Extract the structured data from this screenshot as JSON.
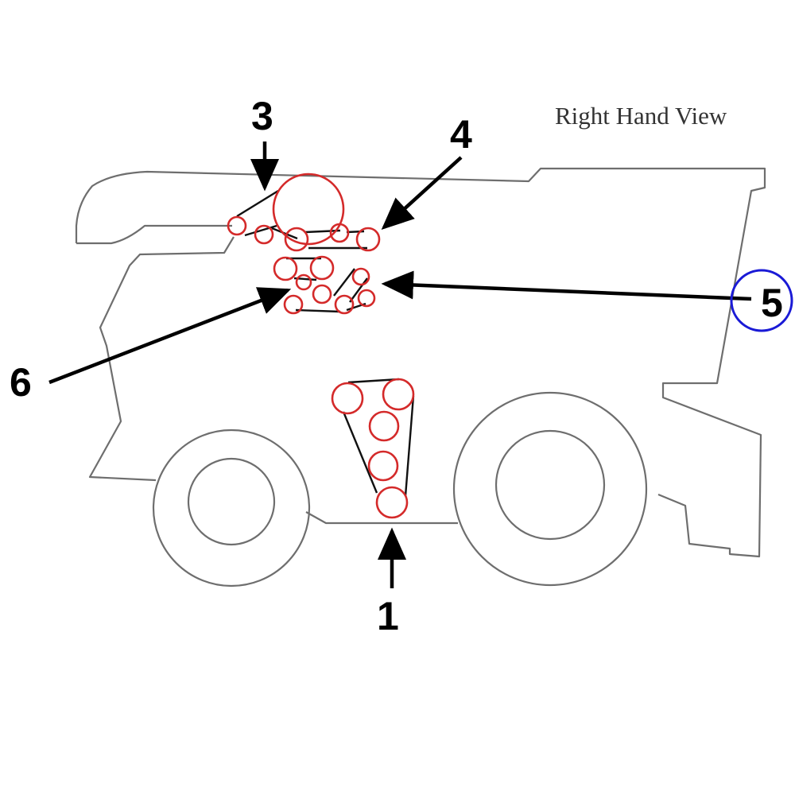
{
  "view_title": "Right Hand View",
  "callouts": {
    "c1": "1",
    "c3": "3",
    "c4": "4",
    "c5": "5",
    "c6": "6"
  },
  "colors": {
    "outline": "#6e6e6e",
    "pulley": "#d42a2a",
    "belt": "#111111",
    "arrow": "#000000",
    "highlight_ring": "#1a1ad6"
  },
  "icons": {
    "callout_marker": "arrow-pointer",
    "highlight": "circle-ring"
  }
}
